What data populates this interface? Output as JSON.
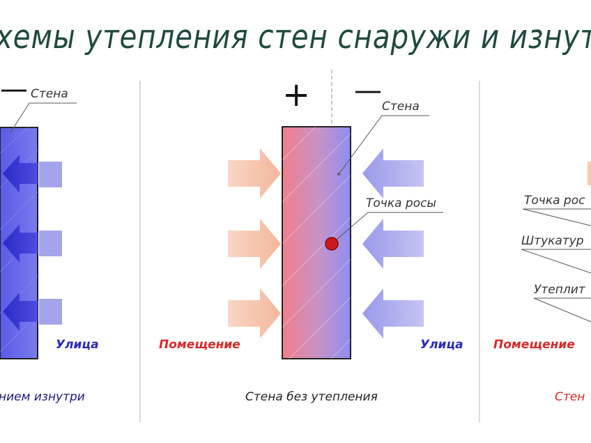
{
  "title": "хемы утепления стен снаружи и изнутр",
  "panels": {
    "left": {
      "sign_minus": "—",
      "wall_label": "Стена",
      "outside_label": "Улица",
      "caption": "нием изнутри"
    },
    "center": {
      "sign_plus": "+",
      "sign_minus": "—",
      "wall_label": "Стена",
      "dew_point_label": "Точка росы",
      "inside_label": "Помещение",
      "outside_label": "Улица",
      "caption": "Стена без утепления"
    },
    "right": {
      "dew_point_label": "Точка рос",
      "plaster_label": "Штукатур",
      "insulation_label": "Утеплит",
      "inside_label": "Помещение",
      "caption": "Стен"
    }
  },
  "colors": {
    "title": "#1f4a3e",
    "cold": "#3a3ad8",
    "cold_arrow": "#a9a9ec",
    "warm_arrow": "#f6c9b2",
    "inside_text": "#d42a2a",
    "outside_text": "#2a2ab8",
    "dew_point": "#c81a1a"
  }
}
